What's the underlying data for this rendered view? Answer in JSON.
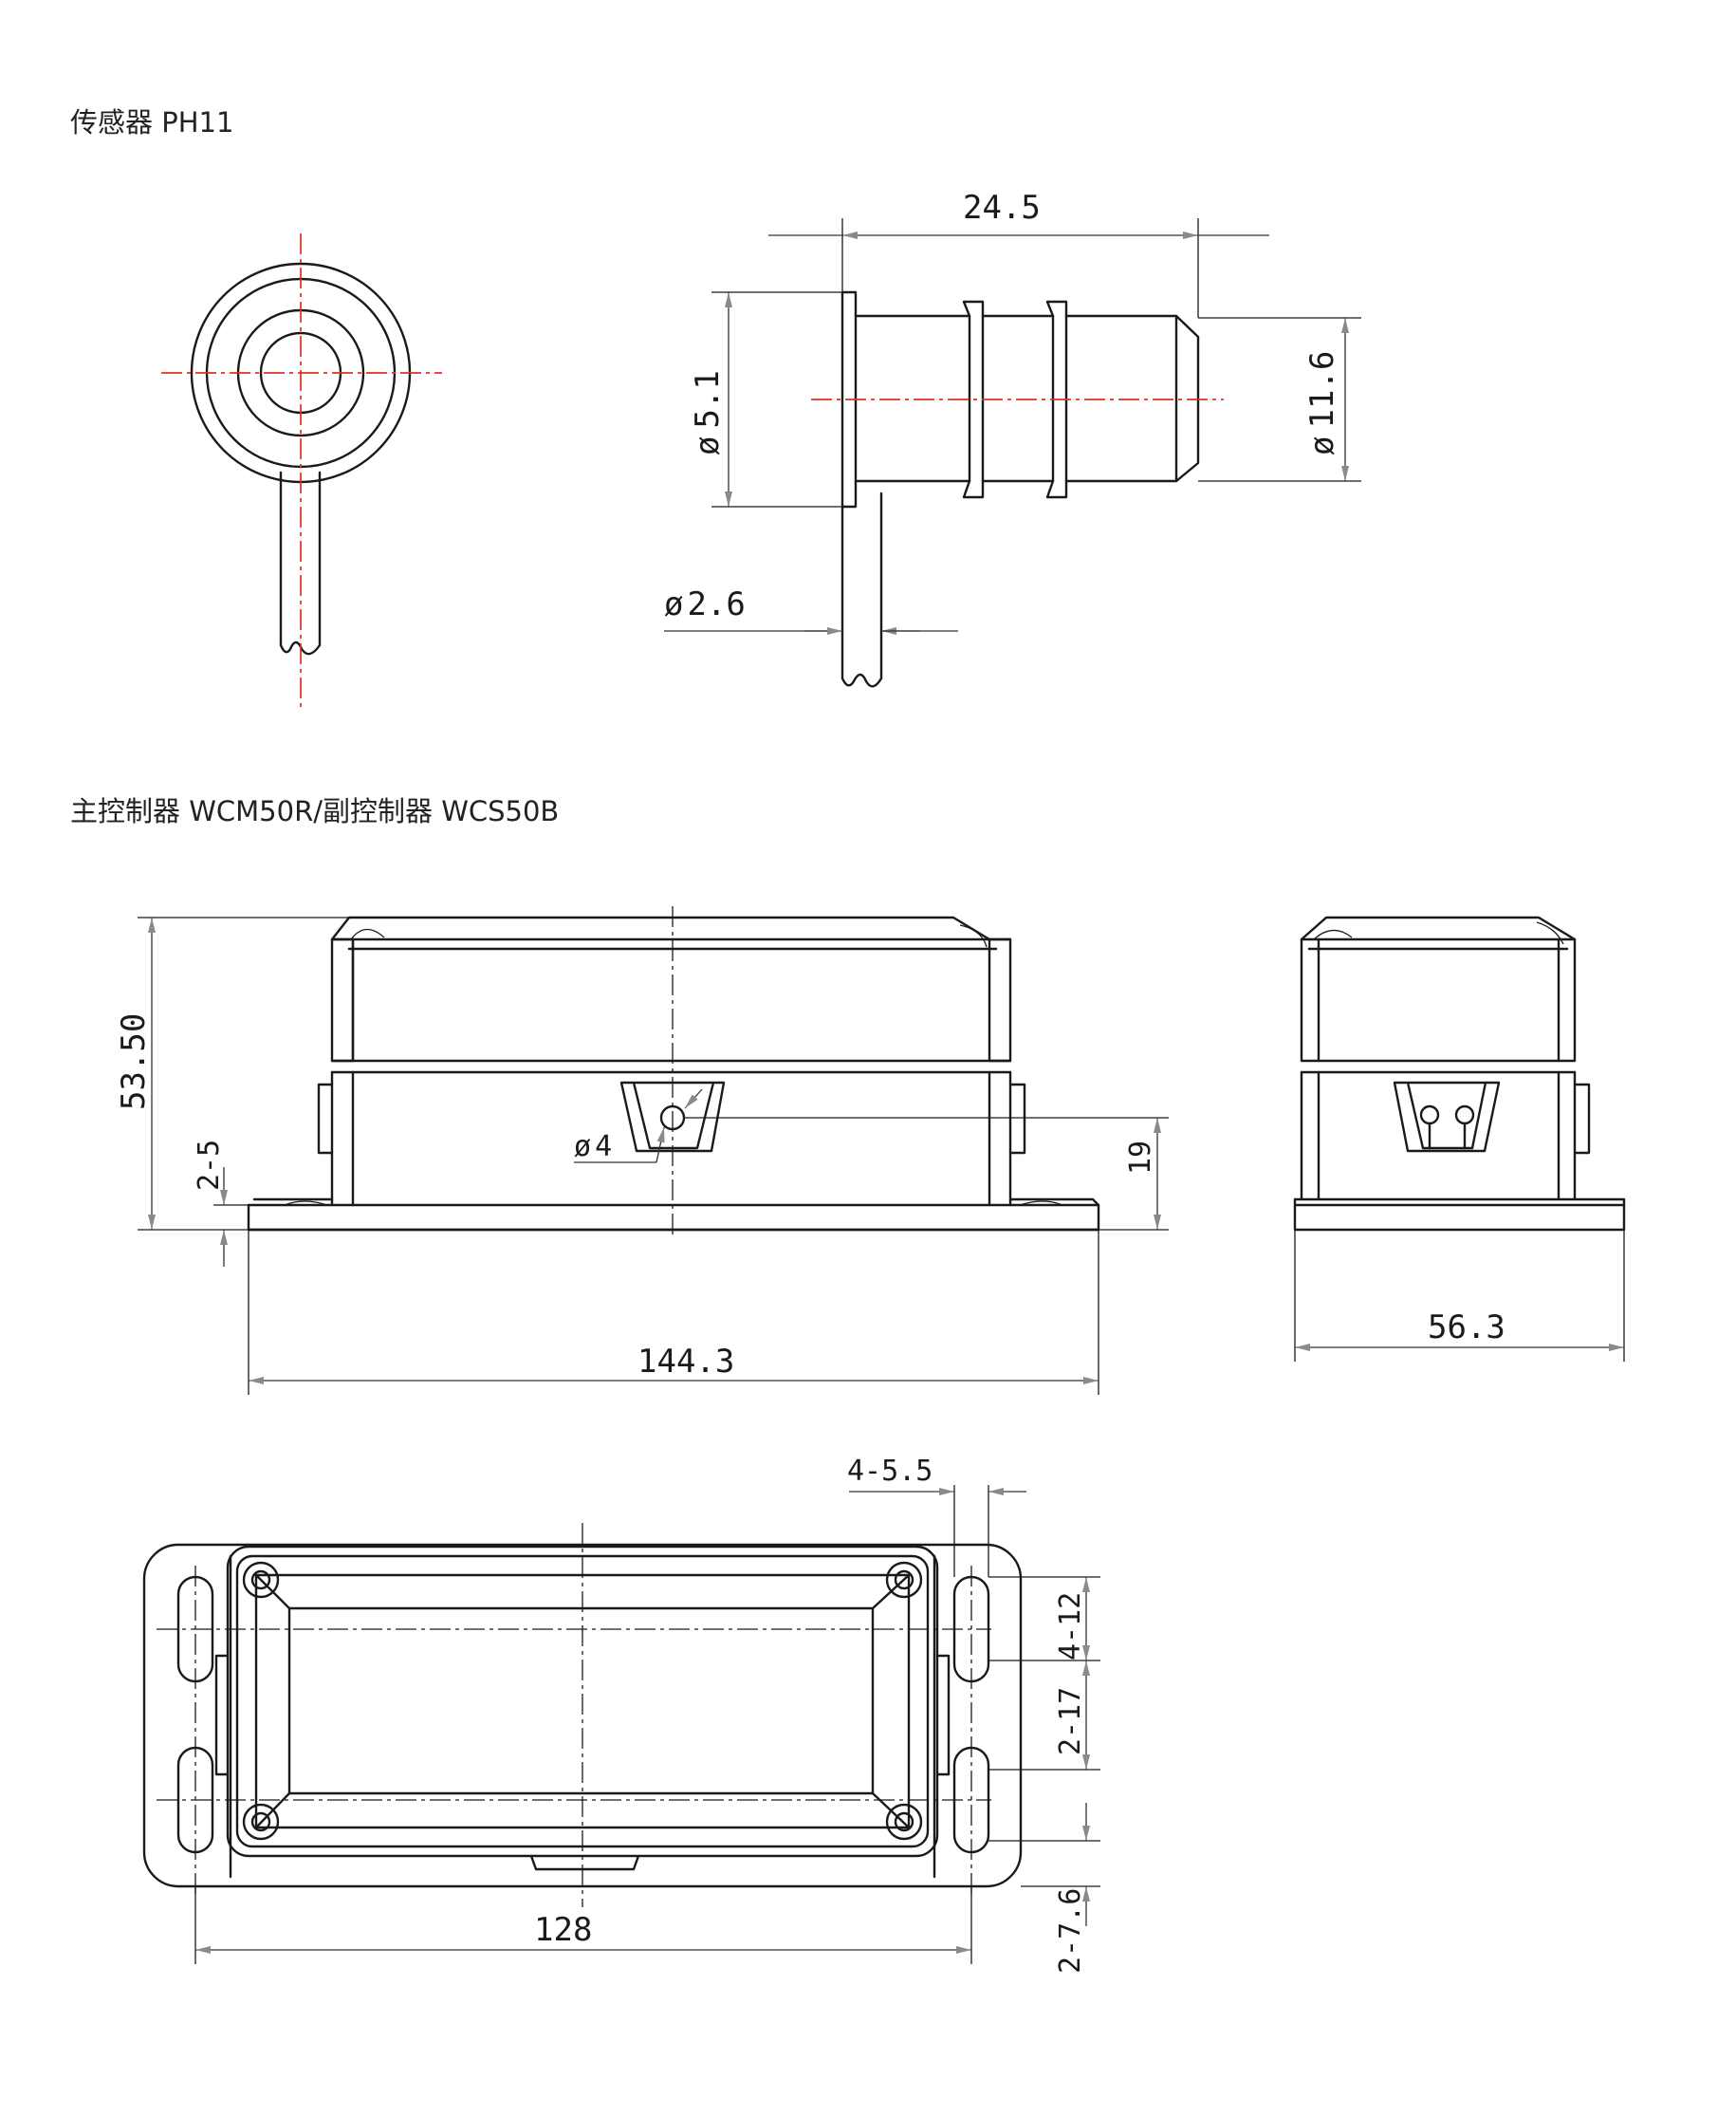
{
  "sections": {
    "sensor_title": "传感器 PH11",
    "controller_title": "主控制器 WCM50R/副控制器 WCS50B"
  },
  "dimensions": {
    "sensor_length": "24.5",
    "sensor_dia_flange": "5.1",
    "sensor_dia_body": "11.6",
    "sensor_dia_cable": "2.6",
    "ctrl_height": "53.50",
    "ctrl_flange": "2-5",
    "ctrl_port_dia": "4",
    "ctrl_port_height": "19",
    "ctrl_length": "144.3",
    "ctrl_width": "56.3",
    "ctrl_mount_holes": "4-5.5",
    "ctrl_slot_len": "4-12",
    "ctrl_slot_gap": "2-17",
    "ctrl_hole_spacing": "128",
    "ctrl_edge": "2-7.6"
  },
  "symbols": {
    "diameter": "ø"
  },
  "colors": {
    "centerline": "#e0301e",
    "line": "#1a1a1a",
    "arrow": "#8a8a8a"
  }
}
